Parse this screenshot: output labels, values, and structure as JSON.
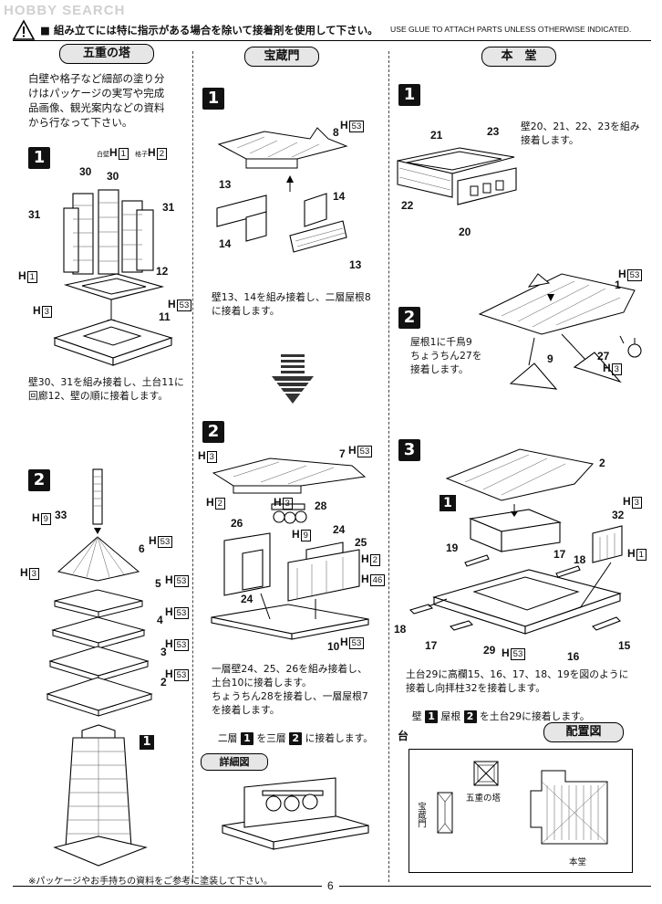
{
  "watermark": "HOBBY SEARCH",
  "header": {
    "instruction_jp": "■ 組み立てには特に指示がある場合を除いて接着剤を使用して下さい。",
    "instruction_en": "USE GLUE TO ATTACH PARTS UNLESS OTHERWISE INDICATED."
  },
  "sections": {
    "pagoda": {
      "title": "五重の塔",
      "intro": "白壁や格子など細部の塗り分\nけはパッケージの実写や完成\n品画像、観光案内などの資料\nから行なって下さい。",
      "step1": {
        "label": "1",
        "color_keys": [
          {
            "name": "白壁",
            "code": "H",
            "box": "1"
          },
          {
            "name": "格子",
            "code": "H",
            "box": "2"
          }
        ],
        "parts": [
          "30",
          "30",
          "31",
          "31",
          "12",
          "11"
        ],
        "colors": [
          {
            "code": "H",
            "box": "1"
          },
          {
            "code": "H",
            "box": "3"
          },
          {
            "code": "H",
            "box": "53"
          }
        ],
        "text": "壁30、31を組み接着し、土台11に\n回廊12、壁の順に接着します。"
      },
      "step2": {
        "label": "2",
        "parts": [
          "33",
          "6",
          "5",
          "4",
          "3",
          "2"
        ],
        "colors": [
          {
            "code": "H",
            "box": "9"
          },
          {
            "code": "H",
            "box": "53"
          },
          {
            "code": "H",
            "box": "3"
          },
          {
            "code": "H",
            "box": "53"
          },
          {
            "code": "H",
            "box": "53"
          },
          {
            "code": "H",
            "box": "53"
          },
          {
            "code": "H",
            "box": "53"
          }
        ],
        "ref": "1"
      },
      "footnote": "※パッケージやお手持ちの資料をご参考に塗装して下さい。"
    },
    "gate": {
      "title": "宝蔵門",
      "step1": {
        "label": "1",
        "parts": [
          "8",
          "13",
          "14",
          "14",
          "13"
        ],
        "color": {
          "code": "H",
          "box": "53"
        },
        "text": "壁13、14を組み接着し、二層屋根8\nに接着します。"
      },
      "step2": {
        "label": "2",
        "parts": [
          "7",
          "28",
          "26",
          "24",
          "25",
          "24",
          "10"
        ],
        "colors": [
          {
            "code": "H",
            "box": "3"
          },
          {
            "code": "H",
            "box": "53"
          },
          {
            "code": "H",
            "box": "2"
          },
          {
            "code": "H",
            "box": "3"
          },
          {
            "code": "H",
            "box": "9"
          },
          {
            "code": "H",
            "box": "2"
          },
          {
            "code": "H",
            "box": "46"
          },
          {
            "code": "H",
            "box": "53"
          }
        ],
        "text": "一層壁24、25、26を組み接着し、\n土台10に接着します。\nちょうちん28を接着し、一層屋根7\nを接着します。",
        "final_a": "二層",
        "final_b": "を三層",
        "final_c": "に接着します。",
        "final_box1": "1",
        "final_box2": "2"
      },
      "detail_title": "詳細図"
    },
    "hall": {
      "title": "本　堂",
      "step1": {
        "label": "1",
        "parts": [
          "21",
          "23",
          "22",
          "20"
        ],
        "text": "壁20、21、22、23を組み\n接着します。"
      },
      "step2": {
        "label": "2",
        "parts": [
          "1",
          "9",
          "27"
        ],
        "colors": [
          {
            "code": "H",
            "box": "53"
          },
          {
            "code": "H",
            "box": "3"
          }
        ],
        "text": "屋根1に千鳥9\nちょうちん27を\n接着します。"
      },
      "step3": {
        "label": "3",
        "parts": [
          "2",
          "1",
          "32",
          "19",
          "17",
          "18",
          "18",
          "17",
          "29",
          "16",
          "15"
        ],
        "colors": [
          {
            "code": "H",
            "box": "3"
          },
          {
            "code": "H",
            "box": "1"
          },
          {
            "code": "H",
            "box": "53"
          }
        ],
        "text": "土台29に高欄15、16、17、18、19を図のように\n接着し向拝柱32を接着します。",
        "final_a": "壁",
        "final_b": "屋根",
        "final_c": "を土台29に接着します。",
        "final_box1": "1",
        "final_box2": "2"
      },
      "layout": {
        "title": "配置図",
        "base_label": "台",
        "labels": [
          "五重の塔",
          "宝蔵門",
          "本堂"
        ]
      }
    }
  },
  "page_number": "6"
}
